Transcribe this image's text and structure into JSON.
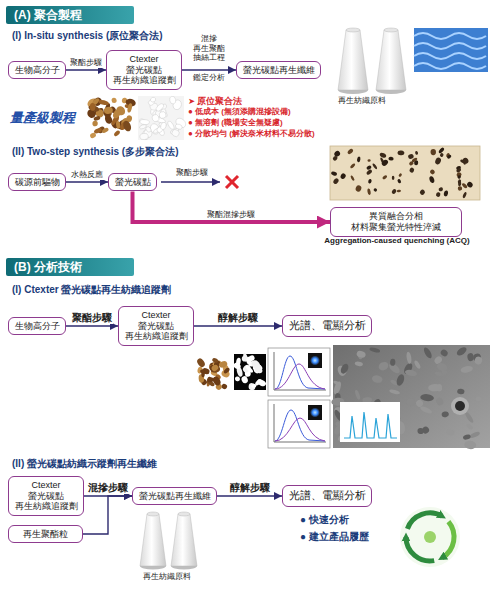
{
  "diagram": {
    "nodes": [
      {
        "text": [
          "(A) 聚合製程"
        ]
      },
      {
        "text": [
          "生物高分子"
        ]
      },
      {
        "text": [
          "Ctexter 螢光碳點 再生紡織追蹤劑"
        ]
      },
      {
        "text": [
          "螢光碳點再生纖維"
        ]
      },
      {
        "text": [
          "碳源前驅物"
        ]
      },
      {
        "text": [
          "螢光碳點"
        ]
      },
      {
        "text": [
          "異質融合分相 材料聚集螢光特性淬滅"
        ]
      },
      {
        "text": [
          "(B) 分析技術"
        ]
      },
      {
        "text": [
          "生物高分子"
        ]
      },
      {
        "text": [
          "Ctexter 螢光碳點 再生紡織追蹤劑"
        ]
      },
      {
        "text": [
          "光譜、電顯分析"
        ]
      },
      {
        "text": [
          "Ctexter 螢光碳點 再生紡織追蹤劑"
        ]
      },
      {
        "text": [
          "再生聚酯粒"
        ]
      },
      {
        "text": [
          "螢光碳點再生纖維"
        ]
      },
      {
        "text": [
          "光譜、電顯分析"
        ]
      }
    ],
    "edges": [
      {
        "from": 1,
        "to": 2,
        "label": "聚酯步驟",
        "arrow": "to"
      },
      {
        "from": 2,
        "to": 3,
        "label": "鑑定分析",
        "arrow": "to"
      },
      {
        "from": 4,
        "to": 5,
        "label": "水熱反應",
        "arrow": "to"
      },
      {
        "from": 5,
        "to": 6,
        "label": "聚酯混摻步驟",
        "arrow": "to"
      },
      {
        "from": 8,
        "to": 9,
        "label": "聚酯步驟",
        "arrow": "to"
      },
      {
        "from": 9,
        "to": 10,
        "label": "醇解步驟",
        "arrow": "to"
      },
      {
        "from": 11,
        "to": 13,
        "label": "混摻步驟",
        "arrow": "to"
      },
      {
        "from": 12,
        "to": 13,
        "arrow": "to"
      },
      {
        "from": 13,
        "to": 14,
        "label": "醇解步驟",
        "arrow": "to"
      }
    ],
    "labels": [
      "(I) In-situ synthesis (原位聚合法)",
      "混摻 再生聚酯 抽絲工程",
      "再生紡織原料",
      "量產級製程",
      "➤ 原位聚合法",
      "● 低成本 (無須添購混摻設備)",
      "● 無溶劑 (職場安全無疑慮)",
      "● 分散均勻 (解決奈米材料不易分散)",
      "(II) Two-step synthesis (多步聚合法)",
      "聚酯步驟",
      "Aggregation-caused quenching (ACQ)",
      "(I) Ctexter 螢光碳點再生紡織追蹤劑",
      "(II) 螢光碳點紡織示蹤劑再生纖維",
      "● 快速分析",
      "● 建立產品履歷",
      "再生紡織原料"
    ]
  }
}
